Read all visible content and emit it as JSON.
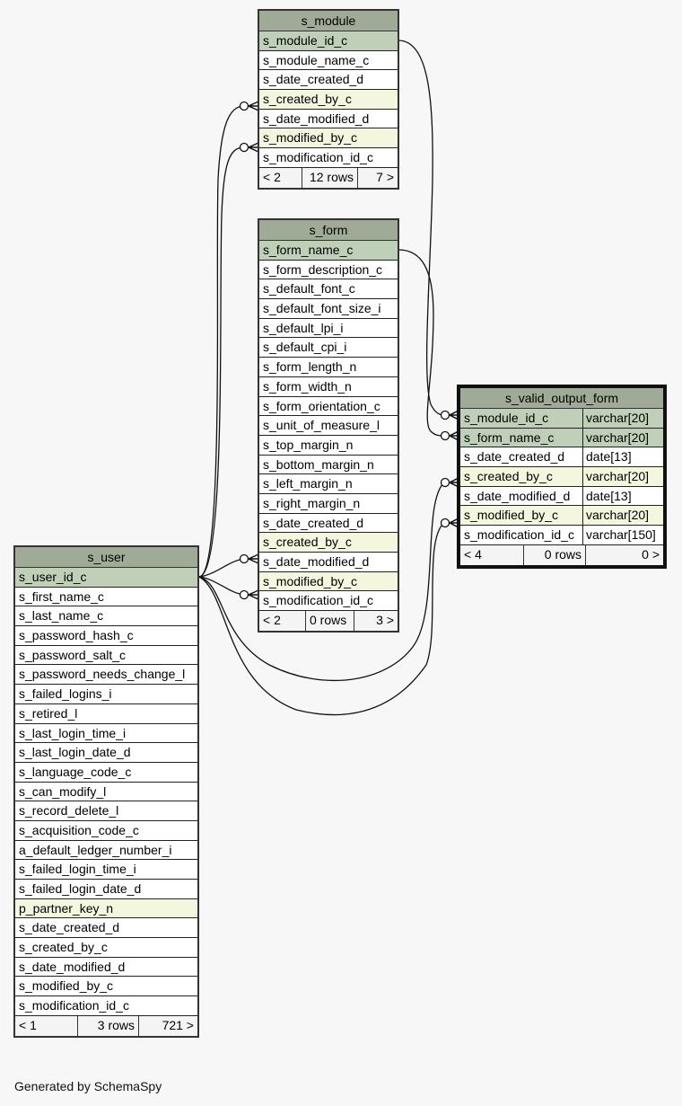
{
  "footer_text": "Generated by SchemaSpy",
  "colors": {
    "background": "#f7f7f7",
    "header": "#9fab96",
    "primary_key": "#bfcfb8",
    "foreign_key": "#f4f6de"
  },
  "tables": {
    "s_module": {
      "name": "s_module",
      "columns": [
        {
          "name": "s_module_id_c",
          "kind": "pk"
        },
        {
          "name": "s_module_name_c",
          "kind": ""
        },
        {
          "name": "s_date_created_d",
          "kind": ""
        },
        {
          "name": "s_created_by_c",
          "kind": "fk"
        },
        {
          "name": "s_date_modified_d",
          "kind": ""
        },
        {
          "name": "s_modified_by_c",
          "kind": "fk"
        },
        {
          "name": "s_modification_id_c",
          "kind": ""
        }
      ],
      "footer": {
        "parents": "< 2",
        "rows": "12 rows",
        "children": "7 >"
      }
    },
    "s_form": {
      "name": "s_form",
      "columns": [
        {
          "name": "s_form_name_c",
          "kind": "pk"
        },
        {
          "name": "s_form_description_c",
          "kind": ""
        },
        {
          "name": "s_default_font_c",
          "kind": ""
        },
        {
          "name": "s_default_font_size_i",
          "kind": ""
        },
        {
          "name": "s_default_lpi_i",
          "kind": ""
        },
        {
          "name": "s_default_cpi_i",
          "kind": ""
        },
        {
          "name": "s_form_length_n",
          "kind": ""
        },
        {
          "name": "s_form_width_n",
          "kind": ""
        },
        {
          "name": "s_form_orientation_c",
          "kind": ""
        },
        {
          "name": "s_unit_of_measure_l",
          "kind": ""
        },
        {
          "name": "s_top_margin_n",
          "kind": ""
        },
        {
          "name": "s_bottom_margin_n",
          "kind": ""
        },
        {
          "name": "s_left_margin_n",
          "kind": ""
        },
        {
          "name": "s_right_margin_n",
          "kind": ""
        },
        {
          "name": "s_date_created_d",
          "kind": ""
        },
        {
          "name": "s_created_by_c",
          "kind": "fk"
        },
        {
          "name": "s_date_modified_d",
          "kind": ""
        },
        {
          "name": "s_modified_by_c",
          "kind": "fk"
        },
        {
          "name": "s_modification_id_c",
          "kind": ""
        }
      ],
      "footer": {
        "parents": "< 2",
        "rows": "0 rows",
        "children": "3 >"
      }
    },
    "s_valid_output_form": {
      "name": "s_valid_output_form",
      "columns": [
        {
          "name": "s_module_id_c",
          "type": "varchar[20]",
          "kind": "pk"
        },
        {
          "name": "s_form_name_c",
          "type": "varchar[20]",
          "kind": "pk"
        },
        {
          "name": "s_date_created_d",
          "type": "date[13]",
          "kind": ""
        },
        {
          "name": "s_created_by_c",
          "type": "varchar[20]",
          "kind": "fk"
        },
        {
          "name": "s_date_modified_d",
          "type": "date[13]",
          "kind": ""
        },
        {
          "name": "s_modified_by_c",
          "type": "varchar[20]",
          "kind": "fk"
        },
        {
          "name": "s_modification_id_c",
          "type": "varchar[150]",
          "kind": ""
        }
      ],
      "footer": {
        "parents": "< 4",
        "rows": "0 rows",
        "children": "0 >"
      }
    },
    "s_user": {
      "name": "s_user",
      "columns": [
        {
          "name": "s_user_id_c",
          "kind": "pk"
        },
        {
          "name": "s_first_name_c",
          "kind": ""
        },
        {
          "name": "s_last_name_c",
          "kind": ""
        },
        {
          "name": "s_password_hash_c",
          "kind": ""
        },
        {
          "name": "s_password_salt_c",
          "kind": ""
        },
        {
          "name": "s_password_needs_change_l",
          "kind": ""
        },
        {
          "name": "s_failed_logins_i",
          "kind": ""
        },
        {
          "name": "s_retired_l",
          "kind": ""
        },
        {
          "name": "s_last_login_time_i",
          "kind": ""
        },
        {
          "name": "s_last_login_date_d",
          "kind": ""
        },
        {
          "name": "s_language_code_c",
          "kind": ""
        },
        {
          "name": "s_can_modify_l",
          "kind": ""
        },
        {
          "name": "s_record_delete_l",
          "kind": ""
        },
        {
          "name": "s_acquisition_code_c",
          "kind": ""
        },
        {
          "name": "a_default_ledger_number_i",
          "kind": ""
        },
        {
          "name": "s_failed_login_time_i",
          "kind": ""
        },
        {
          "name": "s_failed_login_date_d",
          "kind": ""
        },
        {
          "name": "p_partner_key_n",
          "kind": "fk"
        },
        {
          "name": "s_date_created_d",
          "kind": ""
        },
        {
          "name": "s_created_by_c",
          "kind": ""
        },
        {
          "name": "s_date_modified_d",
          "kind": ""
        },
        {
          "name": "s_modified_by_c",
          "kind": ""
        },
        {
          "name": "s_modification_id_c",
          "kind": ""
        }
      ],
      "footer": {
        "parents": "< 1",
        "rows": "3 rows",
        "children": "721 >"
      }
    }
  },
  "relationships": [
    {
      "from": "s_user.s_user_id_c",
      "to": "s_module.s_created_by_c"
    },
    {
      "from": "s_user.s_user_id_c",
      "to": "s_module.s_modified_by_c"
    },
    {
      "from": "s_user.s_user_id_c",
      "to": "s_form.s_created_by_c"
    },
    {
      "from": "s_user.s_user_id_c",
      "to": "s_form.s_modified_by_c"
    },
    {
      "from": "s_user.s_user_id_c",
      "to": "s_valid_output_form.s_created_by_c"
    },
    {
      "from": "s_user.s_user_id_c",
      "to": "s_valid_output_form.s_modified_by_c"
    },
    {
      "from": "s_module.s_module_id_c",
      "to": "s_valid_output_form.s_module_id_c"
    },
    {
      "from": "s_form.s_form_name_c",
      "to": "s_valid_output_form.s_form_name_c"
    }
  ]
}
